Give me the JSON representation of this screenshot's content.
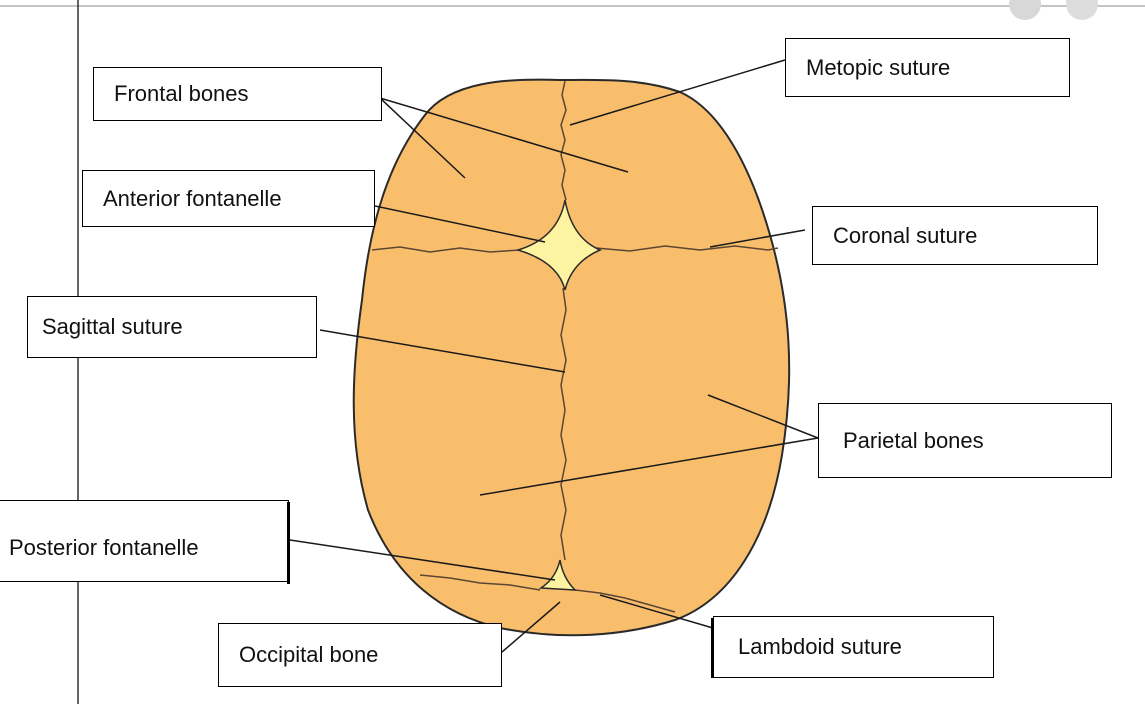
{
  "labels": {
    "frontal_bones": "Frontal bones",
    "metopic_suture": "Metopic suture",
    "anterior_fontanelle": "Anterior fontanelle",
    "coronal_suture": "Coronal suture",
    "sagittal_suture": "Sagittal suture",
    "parietal_bones": "Parietal bones",
    "posterior_fontanelle": "Posterior fontanelle",
    "occipital_bone": "Occipital bone",
    "lambdoid_suture": "Lambdoid suture"
  },
  "colors": {
    "bone_fill": "#F9BE6C",
    "fontanelle_fill": "#FDF3A0",
    "outline": "#2a2a2a",
    "leader_line": "#1a1a1a"
  }
}
